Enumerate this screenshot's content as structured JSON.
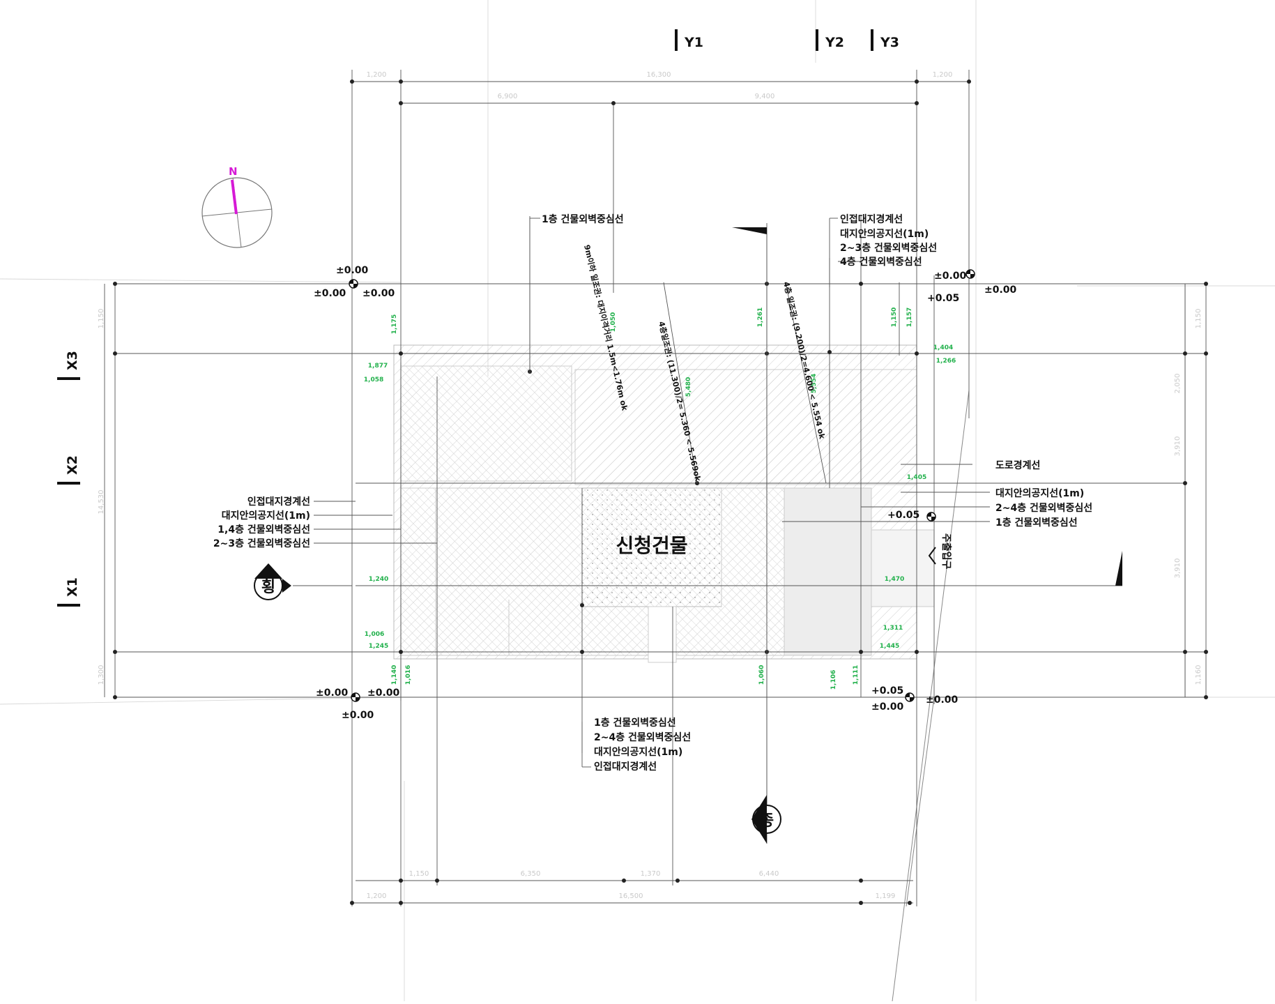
{
  "grid_labels": {
    "y1": "Y1",
    "y2": "Y2",
    "y3": "Y3",
    "x1": "X1",
    "x2": "X2",
    "x3": "X3"
  },
  "compass": {
    "north": "N",
    "accent": "#d61ad6"
  },
  "building_label": "신청건물",
  "section_marks": {
    "horizontal": "횡",
    "vertical": "종"
  },
  "entrance_label": "주출입구",
  "callouts": {
    "top_left": "1층 건물외벽중심선",
    "top_right": [
      "인접대지경계선",
      "대지안의공지선(1m)",
      "2~3층 건물외벽중심선",
      "4층 건물외벽중심선"
    ],
    "left": [
      "인접대지경계선",
      "대지안의공지선(1m)",
      "1,4층 건물외벽중심선",
      "2~3층 건물외벽중심선"
    ],
    "right": [
      "도로경계선",
      "대지안의공지선(1m)",
      "2~4층 건물외벽중심선",
      "1층 건물외벽중심선"
    ],
    "bottom": [
      "1층 건물외벽중심선",
      "2~4층 건물외벽중심선",
      "대지안의공지선(1m)",
      "인접대지경계선"
    ]
  },
  "rotated_notes": [
    "9m이하 일조권: 대지이격거리 1.5m<1.76m ok",
    "4층일조권: (11.300)/2= 5.360 < 5.569ok",
    "4층 일조권: (9.200)/2=4.600 < 5.554 ok"
  ],
  "levels": {
    "tl": [
      "±0.00",
      "±0.00",
      "±0.00"
    ],
    "tr": [
      "±0.00",
      "±0.00",
      "+0.05"
    ],
    "bl": [
      "±0.00",
      "±0.00",
      "±0.00"
    ],
    "br": [
      "+0.05",
      "±0.00",
      "±0.00"
    ],
    "mid": "+0.05"
  },
  "green_dims": {
    "top_left": [
      "1,877",
      "1,058"
    ],
    "mid_left": "1,240",
    "bot_left": [
      "1,006",
      "1,245"
    ],
    "top_right": [
      "1,404",
      "1,266"
    ],
    "mid_right": [
      "1,405",
      "1,470"
    ],
    "bot_right": [
      "1,311",
      "1,445"
    ],
    "vertical": [
      "1,175",
      "5,480",
      "5,554",
      "1,261",
      "1,150",
      "1,157",
      "1,140",
      "1,016",
      "1,060",
      "1,106",
      "1,111",
      "1,050"
    ]
  },
  "gray_dims": {
    "top1": [
      "1,200",
      "16,300",
      "1,200"
    ],
    "top2": [
      "6,900",
      "9,400"
    ],
    "bot1": [
      "1,150",
      "6,350",
      "1,370",
      "6,440"
    ],
    "bot2": [
      "1,200",
      "16,500",
      "1,199"
    ],
    "left": [
      "1,150",
      "14,530",
      "1,300"
    ],
    "right": [
      "1,150",
      "2,050",
      "3,910",
      "3,910",
      "1,160"
    ]
  }
}
